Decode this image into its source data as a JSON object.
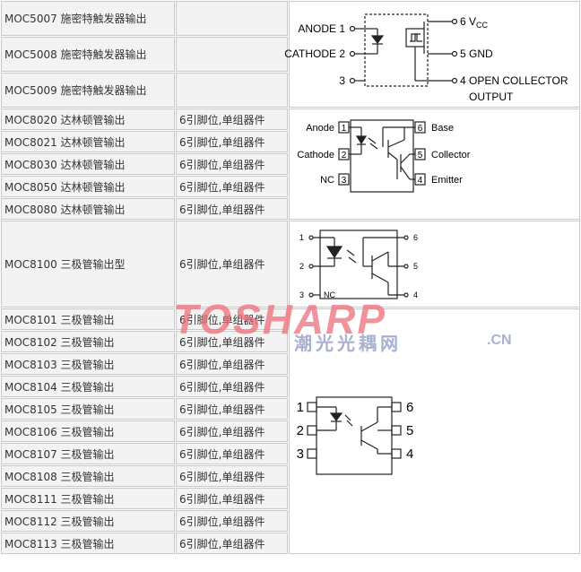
{
  "rows": [
    {
      "model": "MOC5007 施密特触发器输出",
      "desc": ""
    },
    {
      "model": "MOC5008 施密特触发器输出",
      "desc": ""
    },
    {
      "model": "MOC5009 施密特触发器输出",
      "desc": ""
    },
    {
      "model": "MOC8020 达林顿管输出",
      "desc": "6引脚位,单组器件"
    },
    {
      "model": "MOC8021 达林顿管输出",
      "desc": "6引脚位,单组器件"
    },
    {
      "model": "MOC8030 达林顿管输出",
      "desc": "6引脚位,单组器件"
    },
    {
      "model": "MOC8050 达林顿管输出",
      "desc": "6引脚位,单组器件"
    },
    {
      "model": "MOC8080 达林顿管输出",
      "desc": "6引脚位,单组器件"
    },
    {
      "model": "MOC8100 三极管输出型",
      "desc": "6引脚位,单组器件"
    },
    {
      "model": "MOC8101 三极管输出",
      "desc": "6引脚位,单组器件"
    },
    {
      "model": "MOC8102 三极管输出",
      "desc": "6引脚位,单组器件"
    },
    {
      "model": "MOC8103 三极管输出",
      "desc": "6引脚位,单组器件"
    },
    {
      "model": "MOC8104 三极管输出",
      "desc": "6引脚位,单组器件"
    },
    {
      "model": "MOC8105 三极管输出",
      "desc": "6引脚位,单组器件"
    },
    {
      "model": "MOC8106 三极管输出",
      "desc": "6引脚位,单组器件"
    },
    {
      "model": "MOC8107 三极管输出",
      "desc": "6引脚位,单组器件"
    },
    {
      "model": "MOC8108 三极管输出",
      "desc": "6引脚位,单组器件"
    },
    {
      "model": "MOC8111 三极管输出",
      "desc": "6引脚位,单组器件"
    },
    {
      "model": "MOC8112 三极管输出",
      "desc": "6引脚位,单组器件"
    },
    {
      "model": "MOC8113 三极管输出",
      "desc": "6引脚位,单组器件"
    }
  ],
  "diagram1": {
    "anode": "ANODE 1",
    "cathode": "CATHODE 2",
    "pin3": "3",
    "vcc_num": "6 V",
    "vcc_sub": "CC",
    "gnd": "5 GND",
    "oc": "4 OPEN COLLECTOR",
    "output": "OUTPUT"
  },
  "diagram2": {
    "anode": "Anode",
    "cathode": "Cathode",
    "nc": "NC",
    "p1": "1",
    "p2": "2",
    "p3": "3",
    "p4": "4",
    "p5": "5",
    "p6": "6",
    "base": "Base",
    "collector": "Collector",
    "emitter": "Emitter"
  },
  "diagram3": {
    "p1": "1",
    "p2": "2",
    "p3": "3",
    "p4": "4",
    "p5": "5",
    "p6": "6",
    "nc": "NC"
  },
  "diagram4": {
    "p1": "1",
    "p2": "2",
    "p3": "3",
    "p4": "4",
    "p5": "5",
    "p6": "6"
  },
  "watermark": {
    "brand": "TOSHARP",
    "sub": "潮光光耦网",
    "domain": ".CN",
    "brand_color": "#ee6e78",
    "sub_color": "#9aa3c7"
  }
}
